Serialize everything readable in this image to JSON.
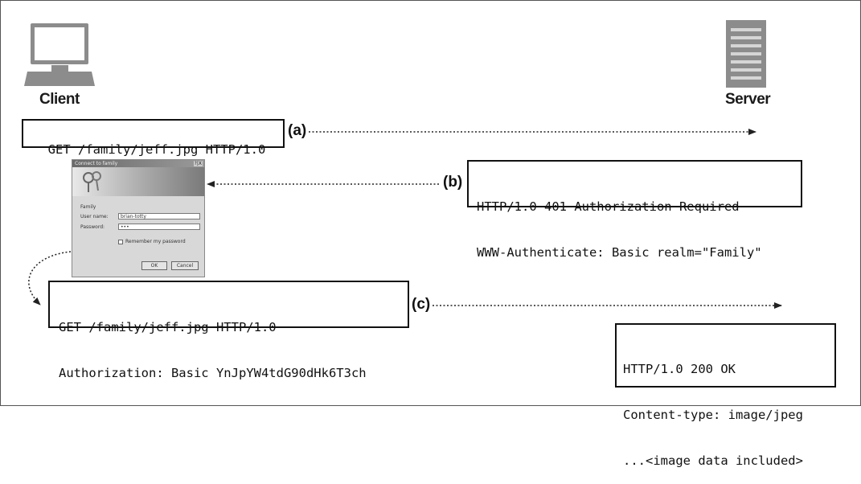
{
  "labels": {
    "client": "Client",
    "server": "Server"
  },
  "steps": {
    "a": "(a)",
    "b": "(b)",
    "c": "(c)"
  },
  "messages": {
    "request_a": "GET /family/jeff.jpg HTTP/1.0",
    "response_b": {
      "line1": "HTTP/1.0 401 Authorization Required",
      "line2": "WWW-Authenticate: Basic realm=\"Family\""
    },
    "request_c": {
      "line1": "GET /family/jeff.jpg HTTP/1.0",
      "line2": "Authorization: Basic YnJpYW4tdG90dHk6T3ch"
    },
    "response_c": {
      "line1": "HTTP/1.0 200 OK",
      "line2": "Content-type: image/jpeg",
      "line3": "...<image data included>"
    }
  },
  "dialog": {
    "title": "Connect to family",
    "realm": "Family",
    "username_label": "User name:",
    "username_value": "brian-totty",
    "password_label": "Password:",
    "password_value": "•••",
    "remember_label": "Remember my password",
    "ok_label": "OK",
    "cancel_label": "Cancel"
  },
  "colors": {
    "device_gray": "#8c8c8c",
    "line": "#222222"
  },
  "icons": {
    "client": "computer-monitor-icon",
    "server": "server-tower-icon"
  }
}
